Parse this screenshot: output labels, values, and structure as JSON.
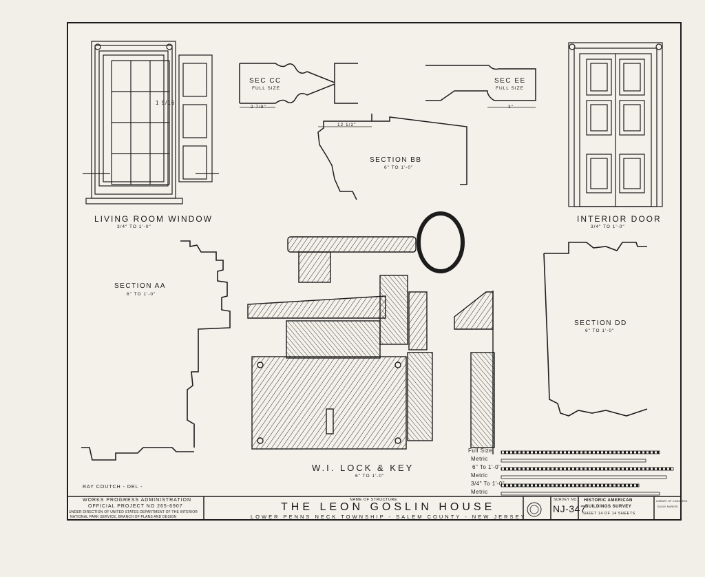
{
  "drawings": {
    "living_room_window": {
      "title": "Living Room Window",
      "scale": "3/4\" To 1'-0\"",
      "dim": "1 9/16"
    },
    "sec_cc": {
      "title": "Sec CC",
      "scale": "Full Size",
      "dim": "2 7/8\""
    },
    "sec_ee": {
      "title": "Sec EE",
      "scale": "Full Size",
      "dim": "3\""
    },
    "section_bb": {
      "title": "Section BB",
      "scale": "6\" To 1'-0\"",
      "dim": "12 1/2\""
    },
    "interior_door": {
      "title": "Interior Door",
      "scale": "3/4\" To 1'-0\""
    },
    "section_aa": {
      "title": "Section AA",
      "scale": "6\" To 1'-0\""
    },
    "section_dd": {
      "title": "Section DD",
      "scale": "6\" To 1'-0\""
    },
    "lock_key": {
      "title": "W.I. Lock & Key",
      "scale": "6\" To 1'-0\""
    }
  },
  "delineator": "Ray Coutch - Del -",
  "scales": [
    "Full Size",
    "Metric",
    "6\" To 1'-0\"",
    "Metric",
    "3/4\" To 1'-0\"",
    "Metric"
  ],
  "title_block": {
    "wpa_line1": "Works Progress Administration",
    "wpa_line2": "Official Project No 265-6907",
    "wpa_line3": "Under Direction of United States Department of the Interior",
    "wpa_line4": "National Park Service, Branch of Plans and Design",
    "name_label": "Name of Structure",
    "structure_name": "The Leon Goslin House",
    "location": "Lower Penns Neck Township - Salem County - New Jersey",
    "survey_label": "Survey No.",
    "survey_no": "NJ-347",
    "habs_line1": "Historic American",
    "habs_line2": "Buildings Survey",
    "sheet": "Sheet 14 of 14 Sheets",
    "loc_line1": "Library of Congress",
    "loc_line2": "Eagle Marked"
  }
}
